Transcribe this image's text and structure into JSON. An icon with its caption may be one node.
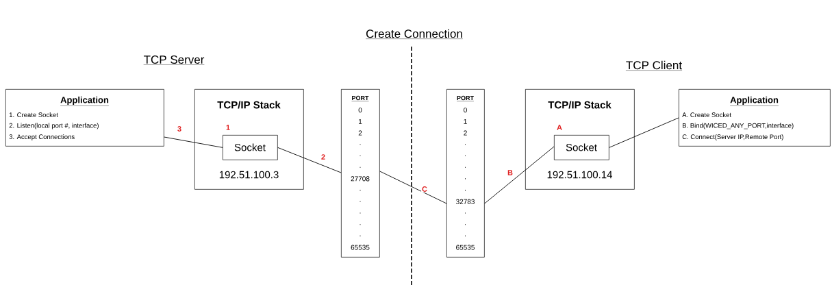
{
  "diagram": {
    "title": "Create Connection",
    "nodes": [
      {
        "text": [
          "Application",
          "1. Create Socket",
          "2. Listen(local port #, interface)",
          "3. Accept Connections"
        ]
      },
      {
        "text": [
          "TCP/IP Stack",
          "192.51.100.3"
        ]
      },
      {
        "text": [
          "Socket"
        ],
        "in": 1,
        "beside": [
          "1"
        ]
      },
      {
        "text": [
          "PORT",
          "0",
          "1",
          "2",
          ".",
          ".",
          ".",
          "27708",
          ".",
          ".",
          ".",
          ".",
          ".",
          "65535"
        ]
      },
      {
        "text": [
          "PORT",
          "0",
          "1",
          "2",
          ".",
          ".",
          ".",
          ".",
          ".",
          "32783",
          ".",
          ".",
          ".",
          "65535"
        ]
      },
      {
        "text": [
          "TCP/IP Stack",
          "192.51.100.14"
        ]
      },
      {
        "text": [
          "Socket"
        ],
        "in": 5,
        "beside": [
          "A"
        ]
      },
      {
        "text": [
          "Application",
          "A. Create Socket",
          "B. Bind(WICED_ANY_PORT,interface)",
          "C. Connect(Server IP,Remote Port)"
        ]
      }
    ],
    "edges": [
      {
        "from": 0,
        "to": 2,
        "arrow": "none",
        "label": "3"
      },
      {
        "from": 2,
        "to": 3,
        "arrow": "none",
        "label": "2"
      },
      {
        "from": 3,
        "to": 4,
        "arrow": "none",
        "label": "C"
      },
      {
        "from": 4,
        "to": 6,
        "arrow": "none",
        "label": "B"
      },
      {
        "from": 6,
        "to": 7,
        "arrow": "none"
      }
    ],
    "labels": [
      "TCP Server",
      "TCP Client"
    ]
  }
}
